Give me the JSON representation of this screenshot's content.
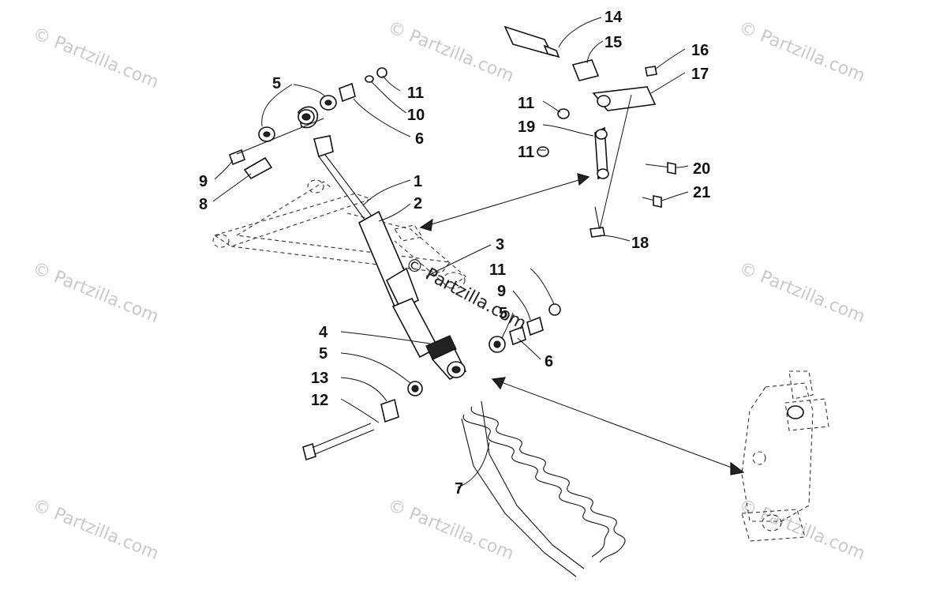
{
  "watermarks": [
    "© Partzilla.com",
    "© Partzilla.com",
    "© Partzilla.com",
    "© Partzilla.com",
    "© Partzilla.com",
    "© Partzilla.com",
    "© Partzilla.com",
    "© Partzilla.com"
  ],
  "center_watermark": "© Partzilla.com",
  "callouts": {
    "c1": "1",
    "c2": "2",
    "c3": "3",
    "c4": "4",
    "c5a": "5",
    "c5b": "5",
    "c5c": "5",
    "c6a": "6",
    "c6b": "6",
    "c7": "7",
    "c8": "8",
    "c9a": "9",
    "c9b": "9",
    "c10": "10",
    "c11a": "11",
    "c11b": "11",
    "c11c": "11",
    "c11d": "11",
    "c12": "12",
    "c13": "13",
    "c14": "14",
    "c15": "15",
    "c16": "16",
    "c17": "17",
    "c18": "18",
    "c19": "19",
    "c20": "20",
    "c21": "21"
  }
}
